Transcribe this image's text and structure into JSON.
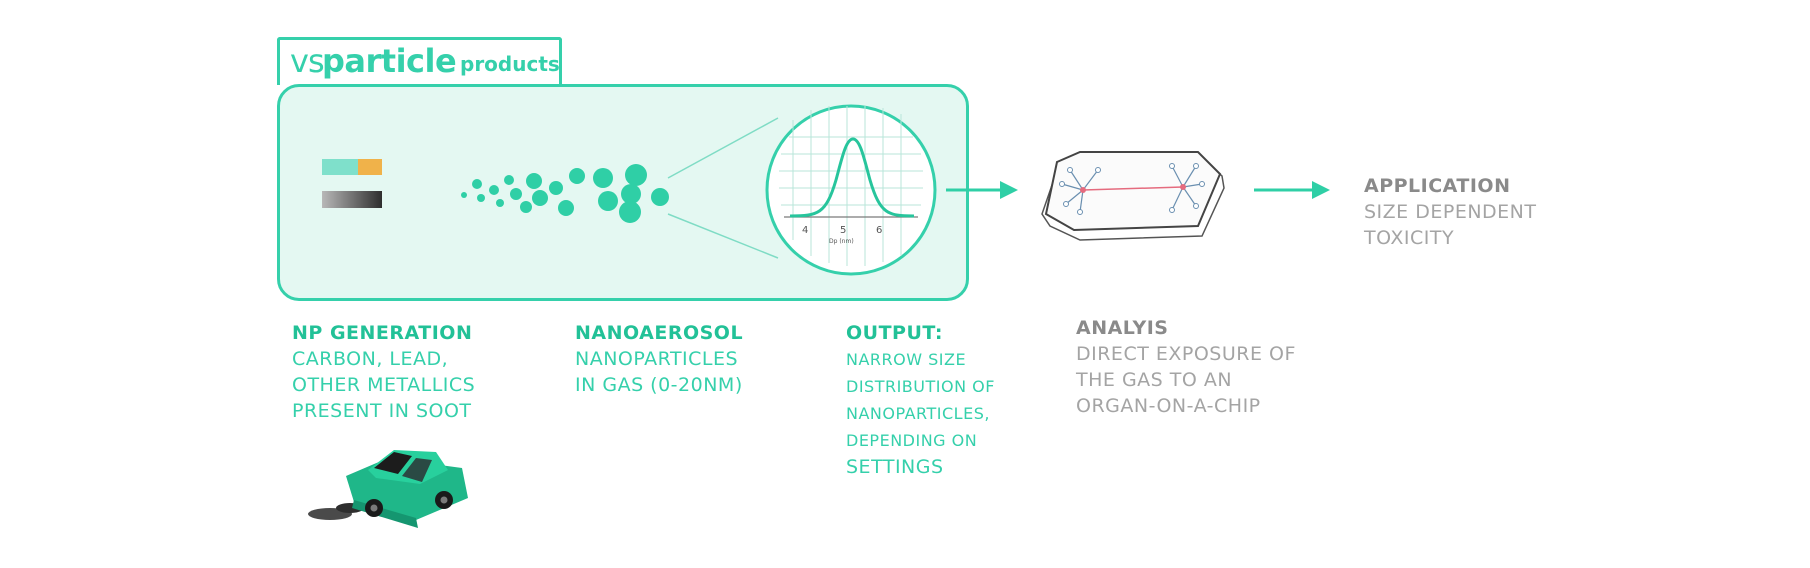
{
  "brand": {
    "prefix": "vs",
    "name": "particle",
    "suffix": "products"
  },
  "colors": {
    "accent": "#35d0ab",
    "accent_dark": "#22c197",
    "panel_fill": "#e4f8f2",
    "grey_text": "#a4a4a4"
  },
  "chart": {
    "tick_labels": [
      "4",
      "5",
      "6"
    ],
    "axis_caption": "Dp (nm)"
  },
  "stages": {
    "generation": {
      "title": "NP GENERATION",
      "lines": [
        "CARBON, LEAD,",
        "OTHER METALLICS",
        "PRESENT IN SOOT"
      ]
    },
    "aerosol": {
      "title": "NANOAEROSOL",
      "lines": [
        "NANOPARTICLES",
        "IN GAS  (0-20NM)"
      ]
    },
    "output": {
      "title": "OUTPUT:",
      "lines": [
        "NARROW SIZE",
        "DISTRIBUTION OF",
        "NANOPARTICLES,",
        "DEPENDING ON",
        "SETTINGS"
      ]
    },
    "analysis": {
      "title": "ANALYIS",
      "lines": [
        "DIRECT EXPOSURE OF",
        "THE GAS TO AN",
        "ORGAN-ON-A-CHIP"
      ]
    },
    "application": {
      "title": "APPLICATION",
      "lines": [
        "SIZE DEPENDENT",
        "TOXICITY"
      ]
    }
  },
  "icons": [
    "generator-cartridge-icon",
    "particle-cloud-icon",
    "size-distribution-magnifier-icon",
    "organ-on-chip-icon",
    "car-icon",
    "arrow-right-icon"
  ]
}
